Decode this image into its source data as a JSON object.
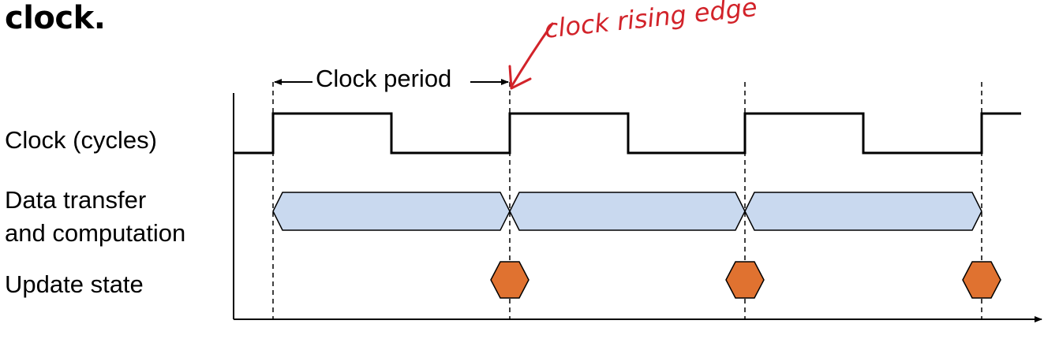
{
  "heading": "clock.",
  "annotation": "clock rising edge",
  "period_label": "Clock period",
  "rows": {
    "clock": "Clock (cycles)",
    "data_line1": "Data transfer",
    "data_line2": "and computation",
    "update": "Update state"
  },
  "colors": {
    "data_fill": "#c9d9ef",
    "update_fill": "#e07230",
    "annotation": "#d2232a",
    "line": "#000000"
  }
}
